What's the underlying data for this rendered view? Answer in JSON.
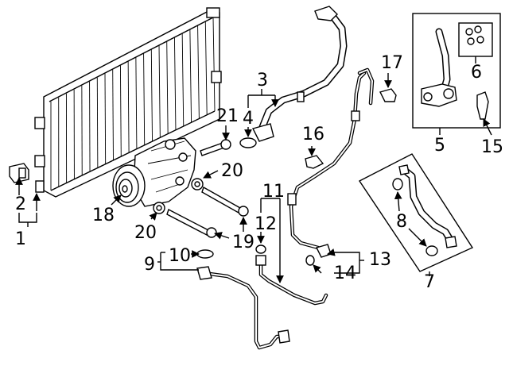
{
  "labels": {
    "l1": "1",
    "l2": "2",
    "l3": "3",
    "l4": "4",
    "l5": "5",
    "l6": "6",
    "l7": "7",
    "l8": "8",
    "l9": "9",
    "l10": "10",
    "l11": "11",
    "l12": "12",
    "l13": "13",
    "l14": "14",
    "l15": "15",
    "l16": "16",
    "l17": "17",
    "l18": "18",
    "l19": "19",
    "l20a": "20",
    "l20b": "20",
    "l21": "21"
  }
}
